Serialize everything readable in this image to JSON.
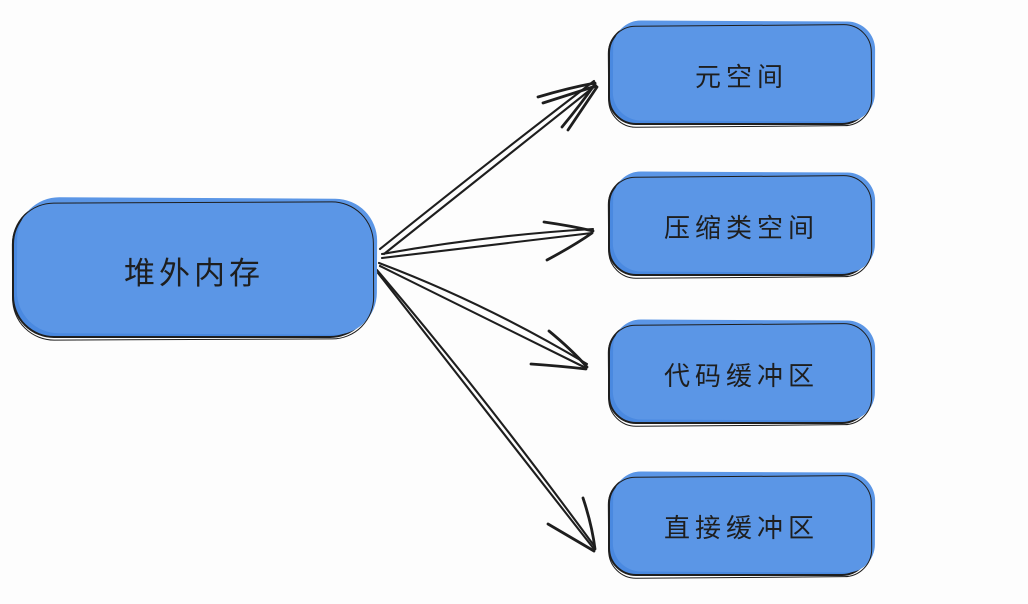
{
  "diagram": {
    "root": {
      "label": "堆外内存"
    },
    "children": [
      {
        "label": "元空间"
      },
      {
        "label": "压缩类空间"
      },
      {
        "label": "代码缓冲区"
      },
      {
        "label": "直接缓冲区"
      }
    ],
    "edges": [
      {
        "from": "堆外内存",
        "to": "元空间"
      },
      {
        "from": "堆外内存",
        "to": "压缩类空间"
      },
      {
        "from": "堆外内存",
        "to": "代码缓冲区"
      },
      {
        "from": "堆外内存",
        "to": "直接缓冲区"
      }
    ],
    "colors": {
      "background": "#fdfdfd",
      "node_fill": "#4a89e0",
      "node_fill_offset": "#5b96e6",
      "stroke": "#1e1e1e",
      "text": "#1e1e1e"
    }
  }
}
